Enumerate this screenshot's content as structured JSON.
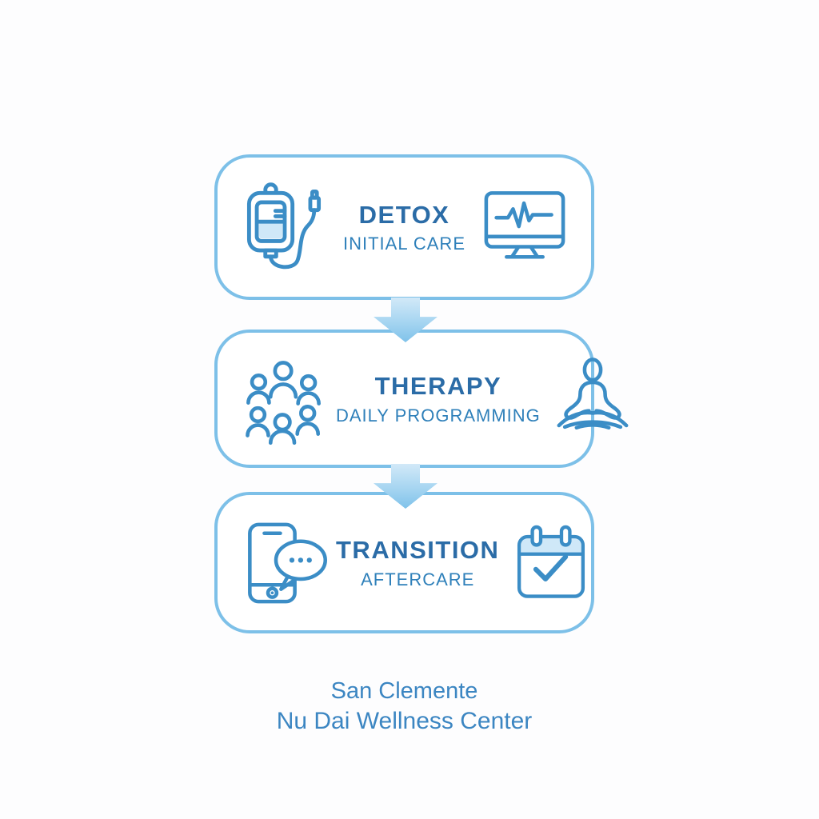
{
  "colors": {
    "box_border": "#7dc0e8",
    "title_text": "#2b6ca7",
    "subtitle_text": "#2f80ba",
    "icon_stroke": "#3b8dc6",
    "icon_light_fill": "#cfe8f8",
    "arrow_gradient_top": "#d2e9f8",
    "arrow_gradient_bottom": "#7fc2ea",
    "footer_text": "#3c86c2",
    "background": "#fdfdfe"
  },
  "stages": [
    {
      "title": "DETOX",
      "subtitle": "INITIAL CARE",
      "left_icon": "iv-drip-icon",
      "right_icon": "heart-monitor-icon"
    },
    {
      "title": "THERAPY",
      "subtitle": "DAILY PROGRAMMING",
      "left_icon": "group-people-icon",
      "right_icon": "meditation-icon"
    },
    {
      "title": "TRANSITION",
      "subtitle": "AFTERCARE",
      "left_icon": "phone-chat-icon",
      "right_icon": "calendar-check-icon"
    }
  ],
  "footer": {
    "line1": "San Clemente",
    "line2": "Nu Dai Wellness Center"
  }
}
